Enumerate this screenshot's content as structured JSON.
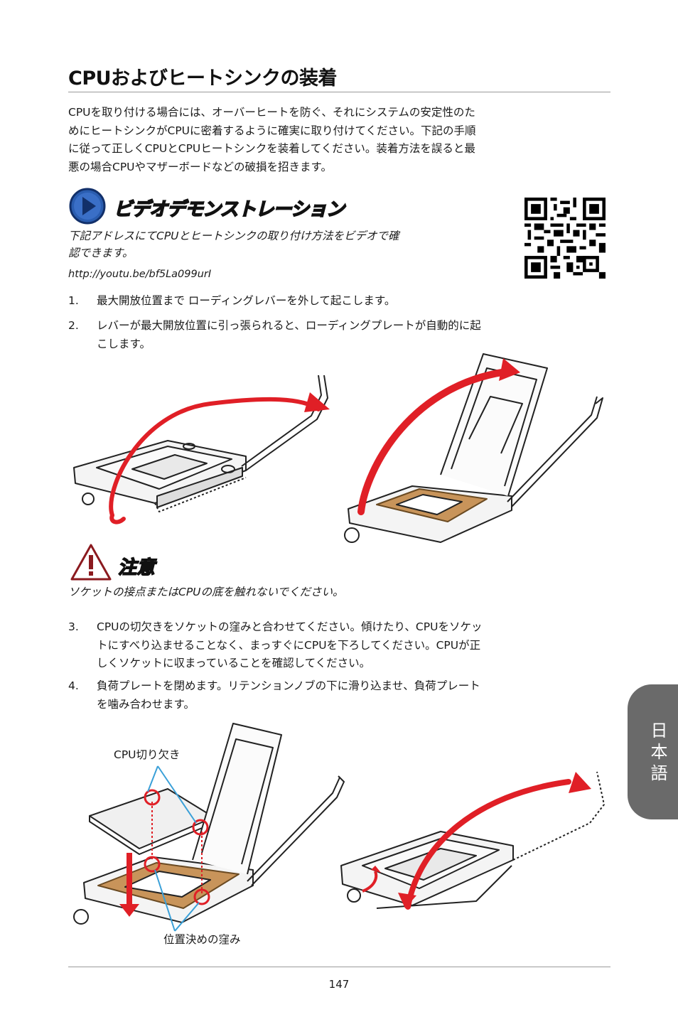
{
  "page": {
    "title": "CPUおよびヒートシンクの装着",
    "intro_lines": [
      "CPUを取り付ける場合には、オーバーヒートを防ぐ、それにシステムの安定性のた",
      "めにヒートシンクがCPUに密着するように確実に取り付けてください。下記の手順",
      "に従って正しくCPUとCPUヒートシンクを装着してください。装着方法を誤ると最",
      "悪の場合CPUやマザーボードなどの破損を招きます。"
    ],
    "video": {
      "heading": "ビデオデモンストレーション",
      "desc_lines": [
        "下記アドレスにてCPUとヒートシンクの取り付け方法をビデオで確",
        "認できます。"
      ],
      "url": "http://youtu.be/bf5La099urI"
    },
    "steps_a": [
      {
        "num": "1.",
        "lines": [
          "最大開放位置まで ローディングレバーを外して起こします。"
        ]
      },
      {
        "num": "2.",
        "lines": [
          "レバーが最大開放位置に引っ張られると、ローディングプレートが自動的に起",
          "こします。"
        ]
      }
    ],
    "caution": {
      "heading": "注意",
      "text": "ソケットの接点またはCPUの底を触れないでください。"
    },
    "steps_b": [
      {
        "num": "3.",
        "lines": [
          "CPUの切欠きをソケットの窪みと合わせてください。傾けたり、CPUをソケッ",
          "トにすべり込ませることなく、まっすぐにCPUを下ろしてください。CPUが正",
          "しくソケットに収まっていることを確認してください。"
        ]
      },
      {
        "num": "4.",
        "lines": [
          "負荷プレートを閉めます。リテンションノブの下に滑り込ませ、負荷プレート",
          "を噛み合わせます。"
        ]
      }
    ],
    "callouts": {
      "cpu_notch": "CPU切り欠き",
      "alignment_key": "位置決めの窪み"
    },
    "side_tab": "日本語",
    "page_number": "147"
  }
}
